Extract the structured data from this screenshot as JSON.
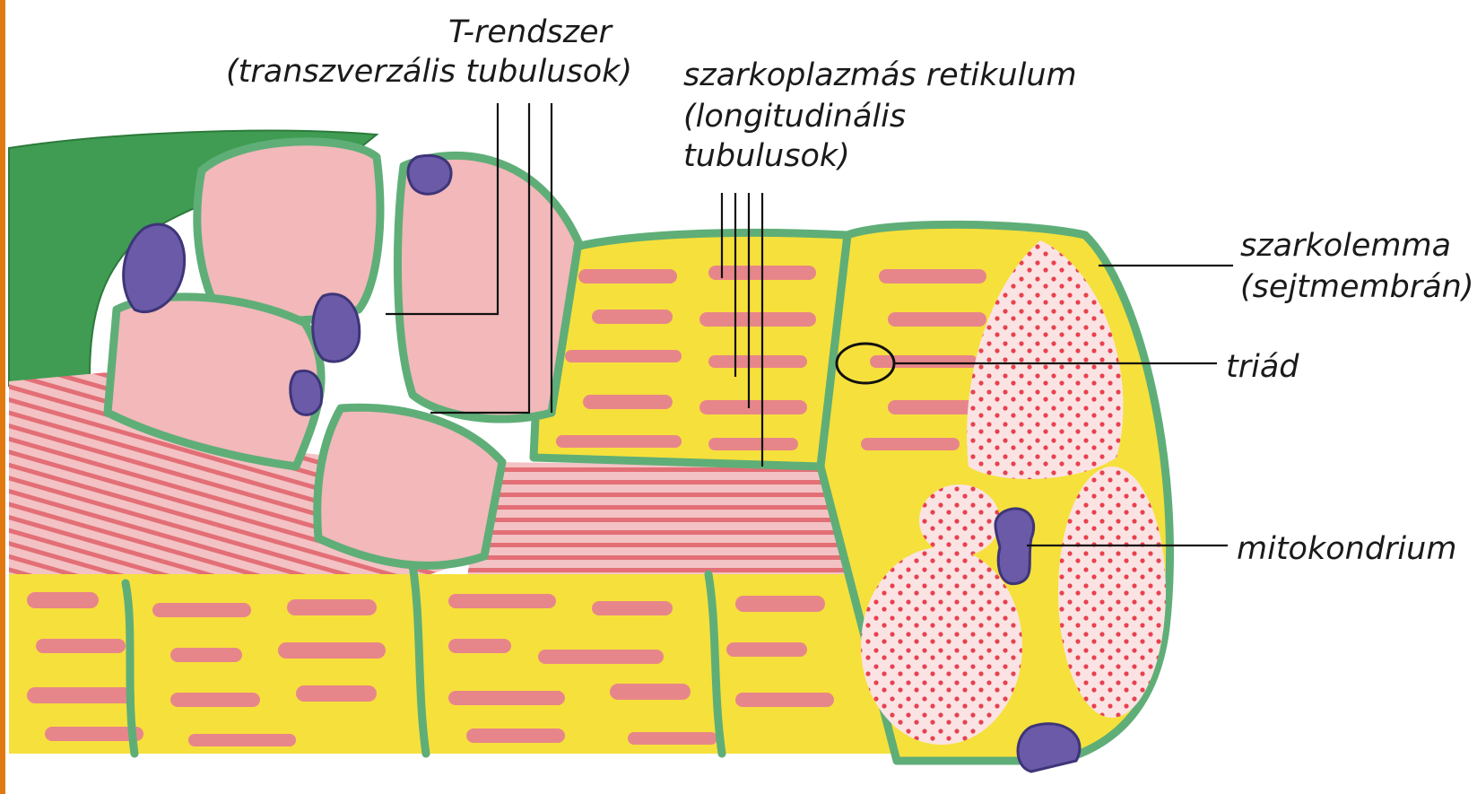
{
  "labels": {
    "t_system_line1": "T-rendszer",
    "t_system_line2": "(transzverzális tubulusok)",
    "sr_line1": "szarkoplazmás retikulum",
    "sr_line2": "(longitudinális",
    "sr_line3": "tubulusok)",
    "sarcolemma_line1": "szarkolemma",
    "sarcolemma_line2": "(sejtmembrán)",
    "triad": "triád",
    "mitochondrium": "mitokondrium"
  },
  "colors": {
    "connective_tissue": "#3f9c52",
    "membrane": "#5fae78",
    "myofibril": "#e7868a",
    "myofibril_light": "#f2b8ba",
    "reticulum": "#f6e03c",
    "nucleus": "#6a5aa8",
    "dot": "#e8414f",
    "label_text": "#1a1a1a"
  }
}
